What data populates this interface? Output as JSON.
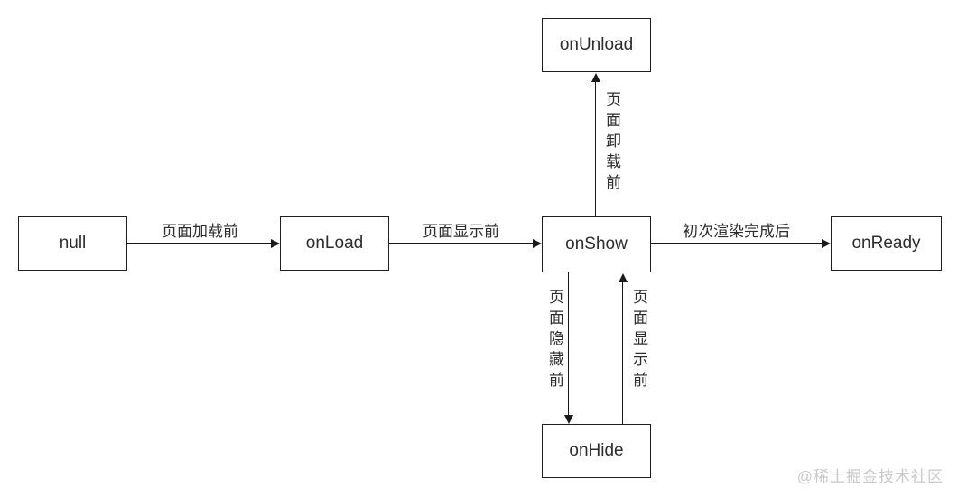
{
  "diagram": {
    "title": "page-lifecycle-flow",
    "nodes": {
      "null_state": {
        "label": "null"
      },
      "onload": {
        "label": "onLoad"
      },
      "onshow": {
        "label": "onShow"
      },
      "onready": {
        "label": "onReady"
      },
      "onunload": {
        "label": "onUnload"
      },
      "onhide": {
        "label": "onHide"
      }
    },
    "edges": {
      "load": {
        "from": "null",
        "to": "onLoad",
        "label": "页面加载前"
      },
      "show": {
        "from": "onLoad",
        "to": "onShow",
        "label": "页面显示前"
      },
      "ready": {
        "from": "onShow",
        "to": "onReady",
        "label": "初次渲染完成后"
      },
      "unload": {
        "from": "onShow",
        "to": "onUnload",
        "label": "页面卸载前"
      },
      "hide": {
        "from": "onShow",
        "to": "onHide",
        "label": "页面隐藏前"
      },
      "reshow": {
        "from": "onHide",
        "to": "onShow",
        "label": "页面显示前"
      }
    }
  },
  "watermark": {
    "text": "@稀土掘金技术社区"
  },
  "colors": {
    "line": "#1a1a1a",
    "background": "#ffffff",
    "watermark": "#c9c9c9"
  }
}
